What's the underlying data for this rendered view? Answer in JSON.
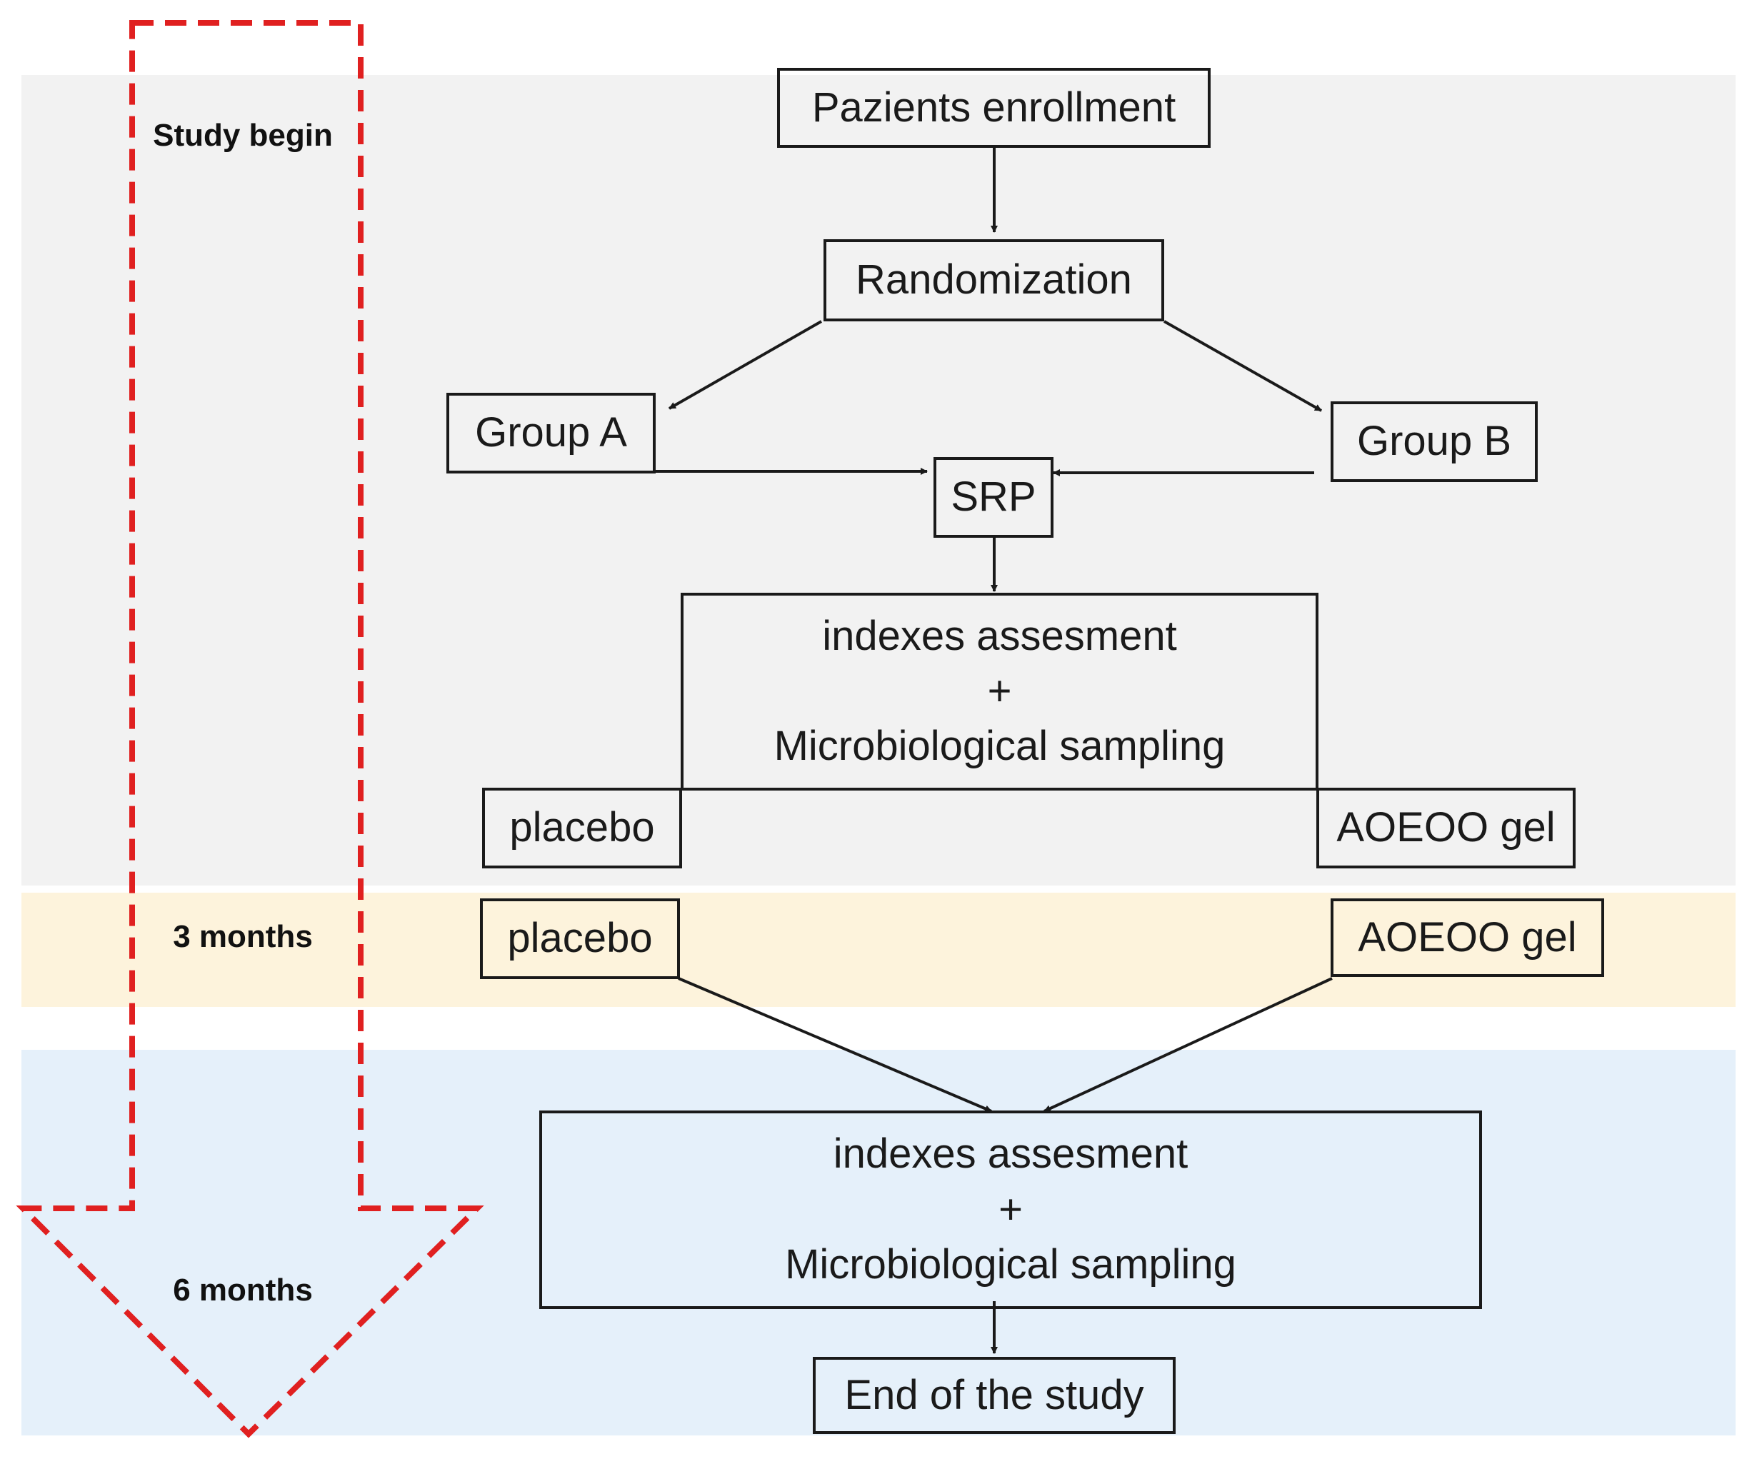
{
  "phases": {
    "start_label": "Study begin",
    "mid_label": "3 months",
    "end_label": "6 months"
  },
  "nodes": {
    "enrollment": "Pazients enrollment",
    "randomization": "Randomization",
    "group_a": "Group A",
    "group_b": "Group B",
    "srp": "SRP",
    "assessment_1": {
      "line1": "indexes assesment",
      "line2": "+",
      "line3": "Microbiological sampling"
    },
    "placebo_1": "placebo",
    "gel_1": "AOEOO gel",
    "placebo_2": "placebo",
    "gel_2": "AOEOO gel",
    "assessment_2": {
      "line1": "indexes assesment",
      "line2": "+",
      "line3": "Microbiological sampling"
    },
    "end": "End of the study"
  },
  "colors": {
    "timeline_arrow": "#e02020",
    "band_initial": "#f2f2f2",
    "band_3_months": "#fdf3dc",
    "band_6_months": "#e5f0fa",
    "box_border": "#1a1a1a"
  }
}
